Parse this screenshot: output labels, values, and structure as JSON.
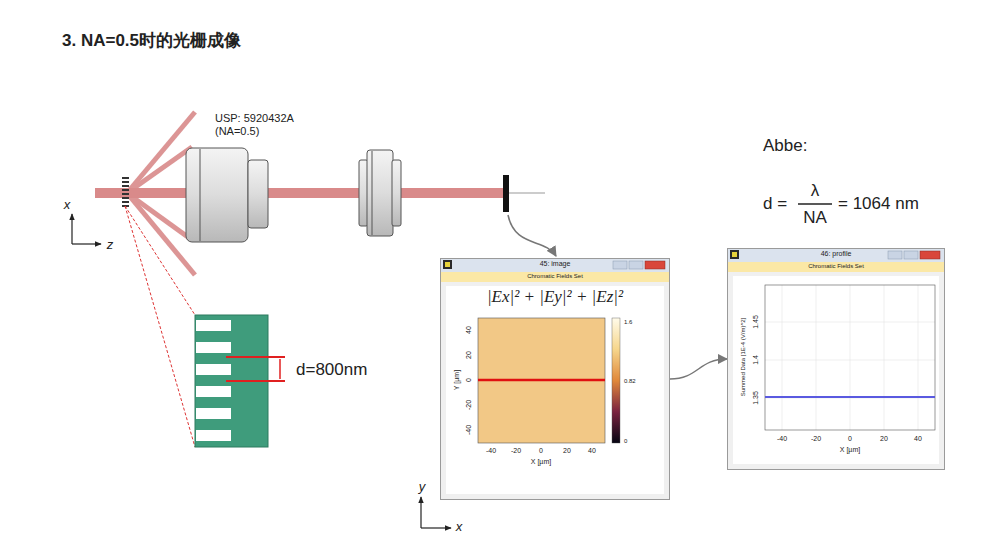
{
  "diagram": {
    "title": "3. NA=0.5时的光栅成像",
    "nodes": [
      {
        "text": [
          "45: image",
          "Chromatic Fields Set",
          "|Ex|² + |Ey|² + |Ez|²"
        ]
      },
      {
        "text": [
          "46: profile",
          "Chromatic Fields Set"
        ]
      }
    ],
    "edges": [
      {
        "from": 0,
        "to": 1,
        "arrow": "to"
      }
    ],
    "labels": [
      "USP: 5920432A (NA=0.5)",
      "x",
      "z",
      "d=800nm",
      "Abbe:",
      "d =",
      "λ",
      "NA",
      "= 1064 nm",
      "40",
      "20",
      "0",
      "-20",
      "-40",
      "Y [µm]",
      "-40",
      "-20",
      "0",
      "20",
      "40",
      "X [µm]",
      "1.6",
      "0.82",
      "0",
      "1.45",
      "1.4",
      "1.35",
      "Summed Data [1E-4 (V/m)^2]",
      "-40",
      "-20",
      "0",
      "20",
      "40",
      "X [µm]",
      "y",
      "x"
    ]
  }
}
